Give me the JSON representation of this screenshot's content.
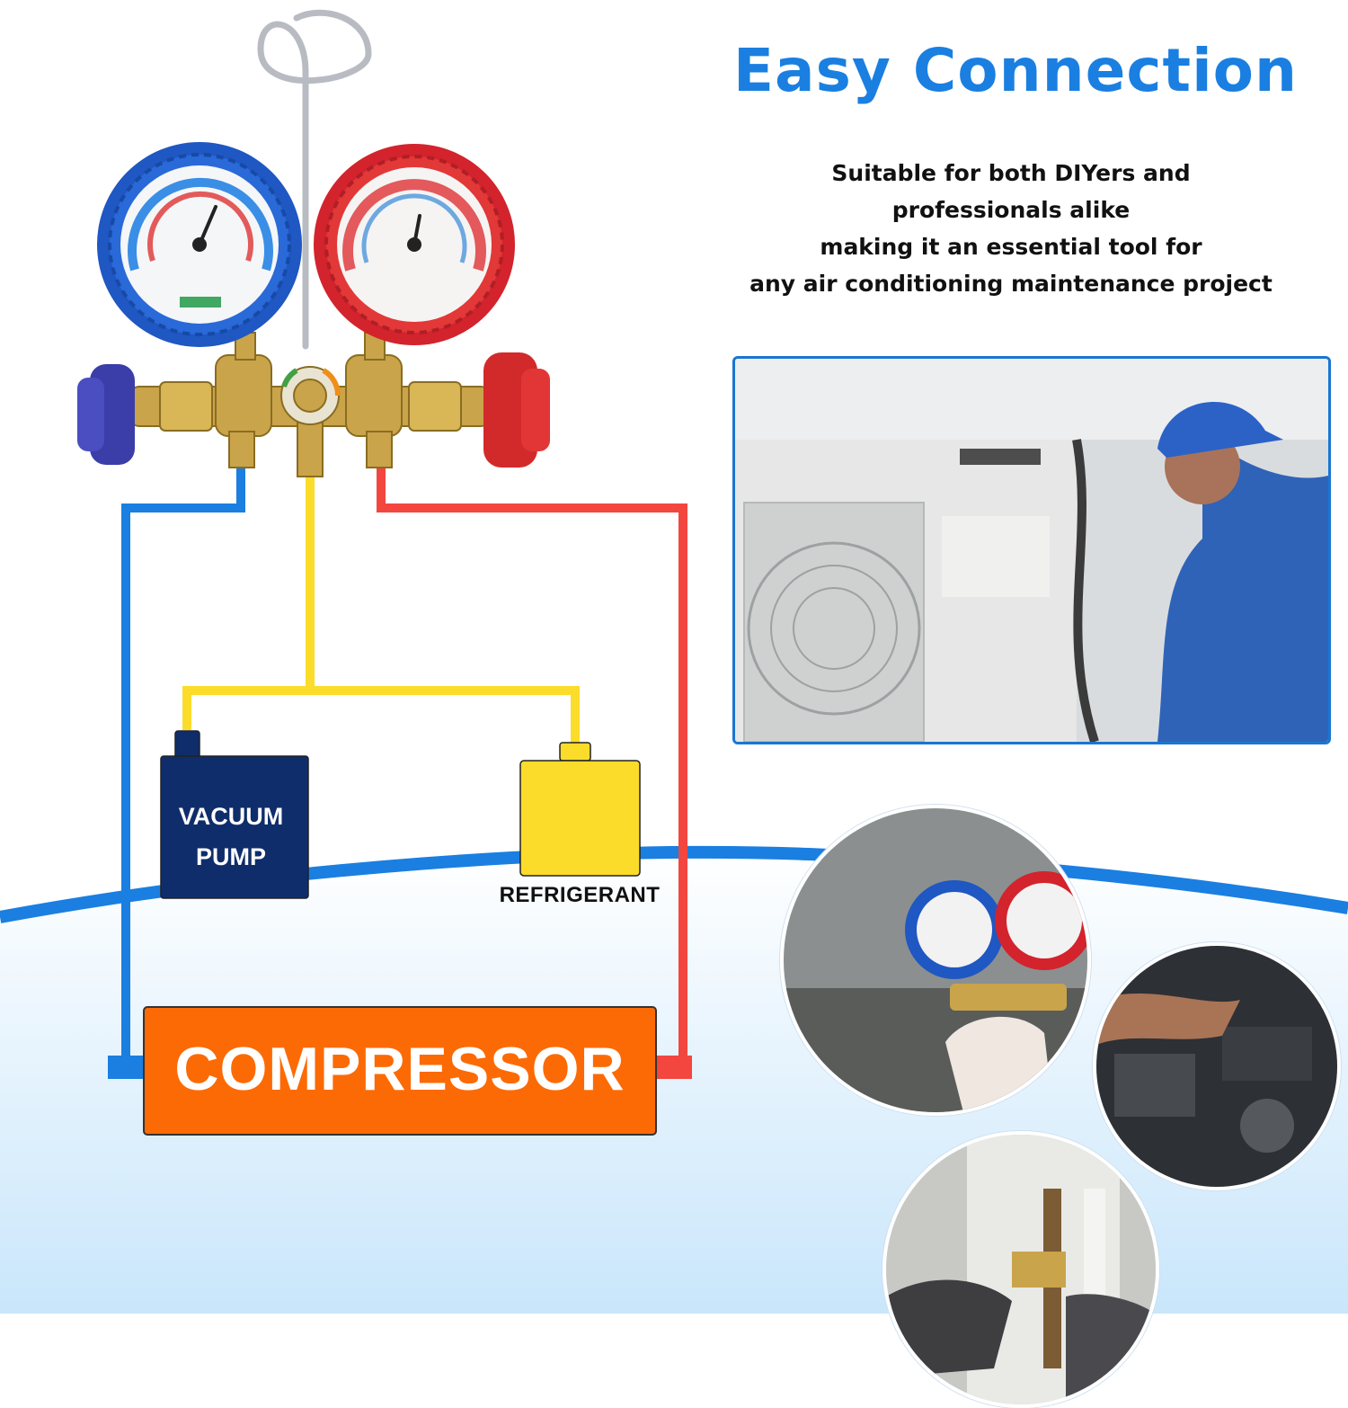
{
  "header": {
    "title": "Easy Connection",
    "subtitle_lines": [
      "Suitable for both DIYers and",
      "professionals alike",
      "making it an essential tool for",
      "any air conditioning maintenance project"
    ]
  },
  "diagram": {
    "vacuum_pump_line1": "VACUUM",
    "vacuum_pump_line2": "PUMP",
    "refrigerant_label": "REFRIGERANT",
    "compressor_label": "COMPRESSOR"
  },
  "colors": {
    "title_blue": "#1a7fe0",
    "low_side_hose": "#1a7fe0",
    "high_side_hose": "#f2463f",
    "service_hose": "#fbdc2a",
    "vacuum_pump": "#0f2d6b",
    "refrigerant_tank": "#fbdc2a",
    "compressor": "#fc6a05",
    "wave": "#1a7fe0"
  },
  "icons": [
    "manifold-gauge-icon",
    "low-pressure-gauge-icon",
    "high-pressure-gauge-icon",
    "valve-knob-icon",
    "hook-icon"
  ]
}
